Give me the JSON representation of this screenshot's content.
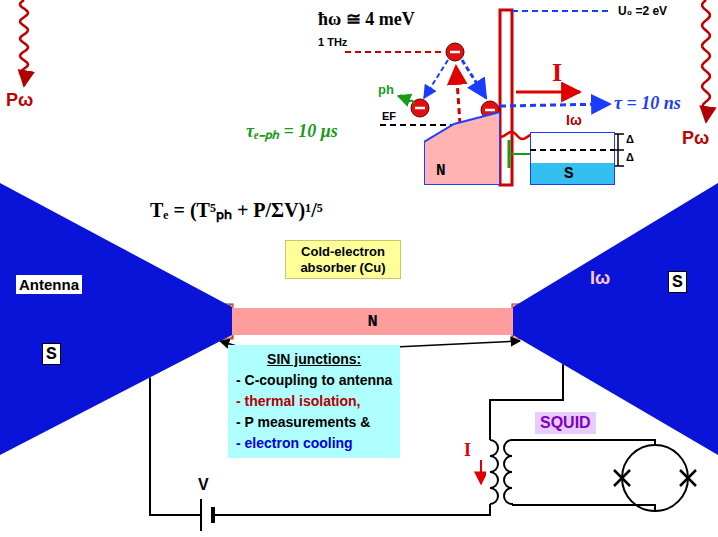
{
  "diagram": {
    "nodes": [
      {
        "text": [
          "Antenna",
          "S"
        ]
      },
      {
        "text": [
          "S"
        ]
      },
      {
        "text": [
          "N"
        ]
      },
      {
        "text": [
          "Cold-electron absorber (Cu)"
        ]
      },
      {
        "text": [
          "SIN junctions:",
          "- C-coupling to antenna",
          "- thermal isolation,",
          "- P measurements &",
          "- electron cooling"
        ]
      },
      {
        "text": [
          "SQUID"
        ]
      },
      {
        "text": [
          "N"
        ]
      },
      {
        "text": [
          "S"
        ]
      }
    ],
    "edges": [
      {
        "from": 0,
        "to": 1,
        "arrow": "none"
      }
    ],
    "labels": [
      "ħω ≅ 4 meV",
      "1 THz",
      "U₀ =2 eV",
      "τₑ₋ₚₕ = 10 μs",
      "ph",
      "EF",
      "I",
      "τ = 10 ns",
      "Iω",
      "Δ",
      "Δ",
      "Pω",
      "Pω",
      "Tₑ = (T⁵ₚₕ + P/ΣV)¹/⁵",
      "Iω",
      "I",
      "V"
    ]
  }
}
